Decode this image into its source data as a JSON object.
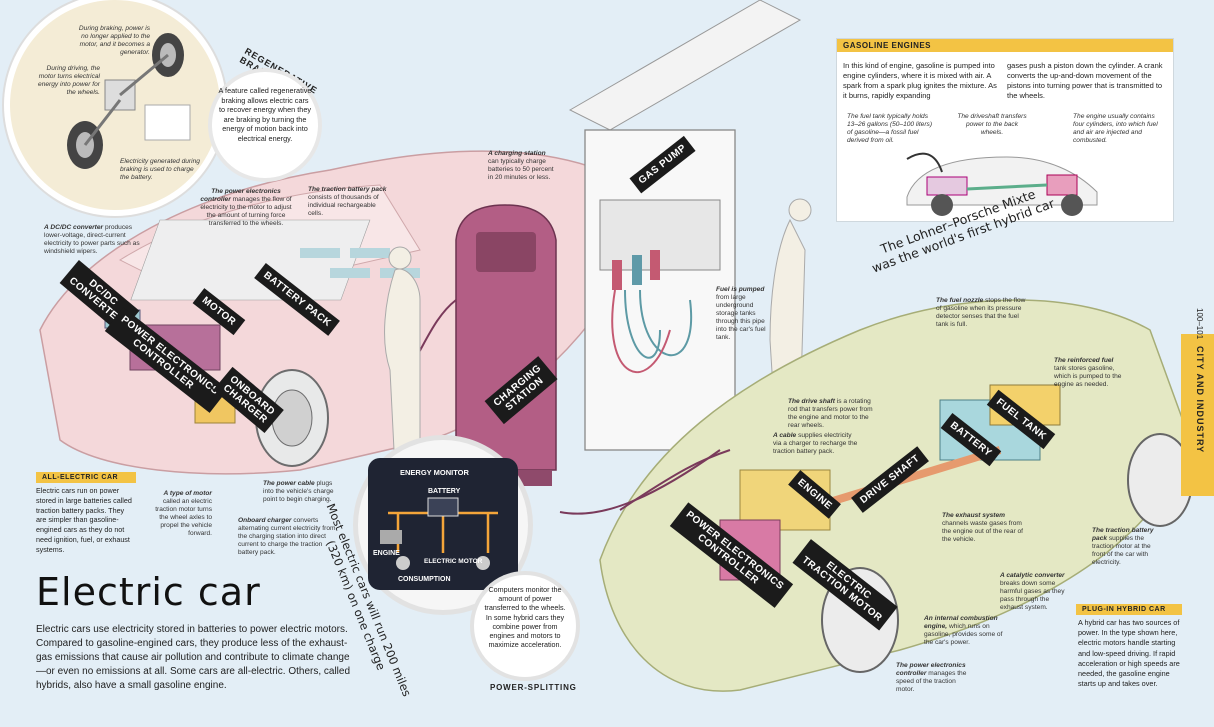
{
  "regen": {
    "title": "REGENERATIVE BRAKING",
    "notes": [
      "During braking, power is no longer applied to the motor, and it becomes a generator.",
      "During driving, the motor turns electrical energy into power for the wheels.",
      "Electricity generated during braking is used to charge the battery."
    ],
    "bubble": "A feature called regenerative braking allows electric cars to recover energy when they are braking by turning the energy of motion back into electrical energy."
  },
  "gasoline": {
    "tag": "GASOLINE ENGINES",
    "col1": "In this kind of engine, gasoline is pumped into engine cylinders, where it is mixed with air. A spark from a spark plug ignites the mixture. As it burns, rapidly expanding",
    "col2": "gases push a piston down the cylinder. A crank converts the up-and-down movement of the pistons into turning power that is transmitted to the wheels.",
    "notes": [
      "The fuel tank typically holds 13–26 gallons (50–100 liters) of gasoline—a fossil fuel derived from oil.",
      "The driveshaft transfers power to the back wheels.",
      "The engine usually contains four cylinders, into which fuel and air are injected and combusted."
    ]
  },
  "labels": {
    "dcdc": "DC/DC\nCONVERTER",
    "motor": "MOTOR",
    "battery_pack": "BATTERY PACK",
    "pec": "POWER ELECTRONICS\nCONTROLLER",
    "onboard": "ONBOARD\nCHARGER",
    "charging_station": "CHARGING\nSTATION",
    "gas_pump": "GAS PUMP",
    "fuel_tank": "FUEL TANK",
    "battery": "BATTERY",
    "drive_shaft": "DRIVE SHAFT",
    "engine": "ENGINE",
    "pec2": "POWER ELECTRONICS\nCONTROLLER",
    "traction": "ELECTRIC\nTRACTION MOTOR"
  },
  "notes": {
    "dcdc": [
      "A DC/DC converter",
      "produces lower-voltage, direct-current electricity to power parts such as windshield wipers."
    ],
    "pec": [
      "The power electronics controller",
      "manages the flow of electricity to the motor to adjust the amount of turning force transferred to the wheels."
    ],
    "traction_pack": [
      "The traction battery pack",
      "consists of thousands of individual rechargeable cells."
    ],
    "charging": [
      "A charging station",
      "can typically charge batteries to 50 percent in 20 minutes or less."
    ],
    "fuel_pumped": [
      "Fuel is pumped",
      "from large underground storage tanks through this pipe into the car's fuel tank."
    ],
    "power_cable": [
      "The power cable",
      "plugs into the vehicle's charge point to begin charging."
    ],
    "motor_type": [
      "A type of motor",
      "called an electric traction motor turns the wheel axles to propel the vehicle forward."
    ],
    "onboard": [
      "Onboard charger",
      "converts alternating current electricity from the charging station into direct current to charge the traction battery pack."
    ],
    "fuel_nozzle": [
      "The fuel nozzle",
      "stops the flow of gasoline when its pressure detector senses that the fuel tank is full."
    ],
    "reinforced": [
      "The reinforced fuel",
      "tank stores gasoline, which is pumped to the engine as needed."
    ],
    "drive_shaft": [
      "The drive shaft",
      "is a rotating rod that transfers power from the engine and motor to the rear wheels."
    ],
    "cable": [
      "A cable",
      "supplies electricity via a charger to recharge the traction battery pack."
    ],
    "exhaust": [
      "The exhaust system",
      "channels waste gases from the engine out of the rear of the vehicle."
    ],
    "traction_battery": [
      "The traction battery pack",
      "supplies the traction motor at the front of the car with electricity."
    ],
    "catalytic": [
      "A catalytic converter",
      "breaks down some harmful gases as they pass through the exhaust system."
    ],
    "ice": [
      "An internal combustion engine,",
      "which runs on gasoline, provides some of the car's power."
    ],
    "pec2": [
      "The power electronics controller",
      "manages the speed of the traction motor."
    ]
  },
  "all_electric": {
    "tag": "ALL-ELECTRIC CAR",
    "text": "Electric cars run on power stored in large batteries called traction battery packs. They are simpler than gasoline-engined cars as they do not need ignition, fuel, or exhaust systems."
  },
  "plugin": {
    "tag": "PLUG-IN HYBRID CAR",
    "text": "A hybrid car has two sources of power. In the type shown here, electric motors handle starting and low-speed driving. If rapid acceleration or high speeds are needed, the gasoline engine starts up and takes over."
  },
  "headline_hybrid": [
    "The Lohner–Porsche Mixte",
    "was the world's first hybrid car"
  ],
  "curve_text": [
    "Most electric cars will run 200 miles",
    "(320 km) on one charge"
  ],
  "energy_monitor": {
    "title": "ENERGY MONITOR",
    "battery": "BATTERY",
    "engine": "ENGINE",
    "motor": "ELECTRIC MOTOR",
    "consumption": "CONSUMPTION"
  },
  "power_split": {
    "title": "POWER-SPLITTING",
    "text": "Computers monitor the amount of power transferred to the wheels. In some hybrid cars they combine power from engines and motors to maximize acceleration."
  },
  "main": {
    "title": "Electric car",
    "body": "Electric cars use electricity stored in batteries to power electric motors. Compared to gasoline-engined cars, they produce less of the exhaust-gas emissions that cause air pollution and contribute to climate change—or even no emissions at all. Some cars are all-electric. Others, called hybrids, also have a small gasoline engine."
  },
  "side_tab": "CITY AND INDUSTRY",
  "page_numbers": "100–101"
}
